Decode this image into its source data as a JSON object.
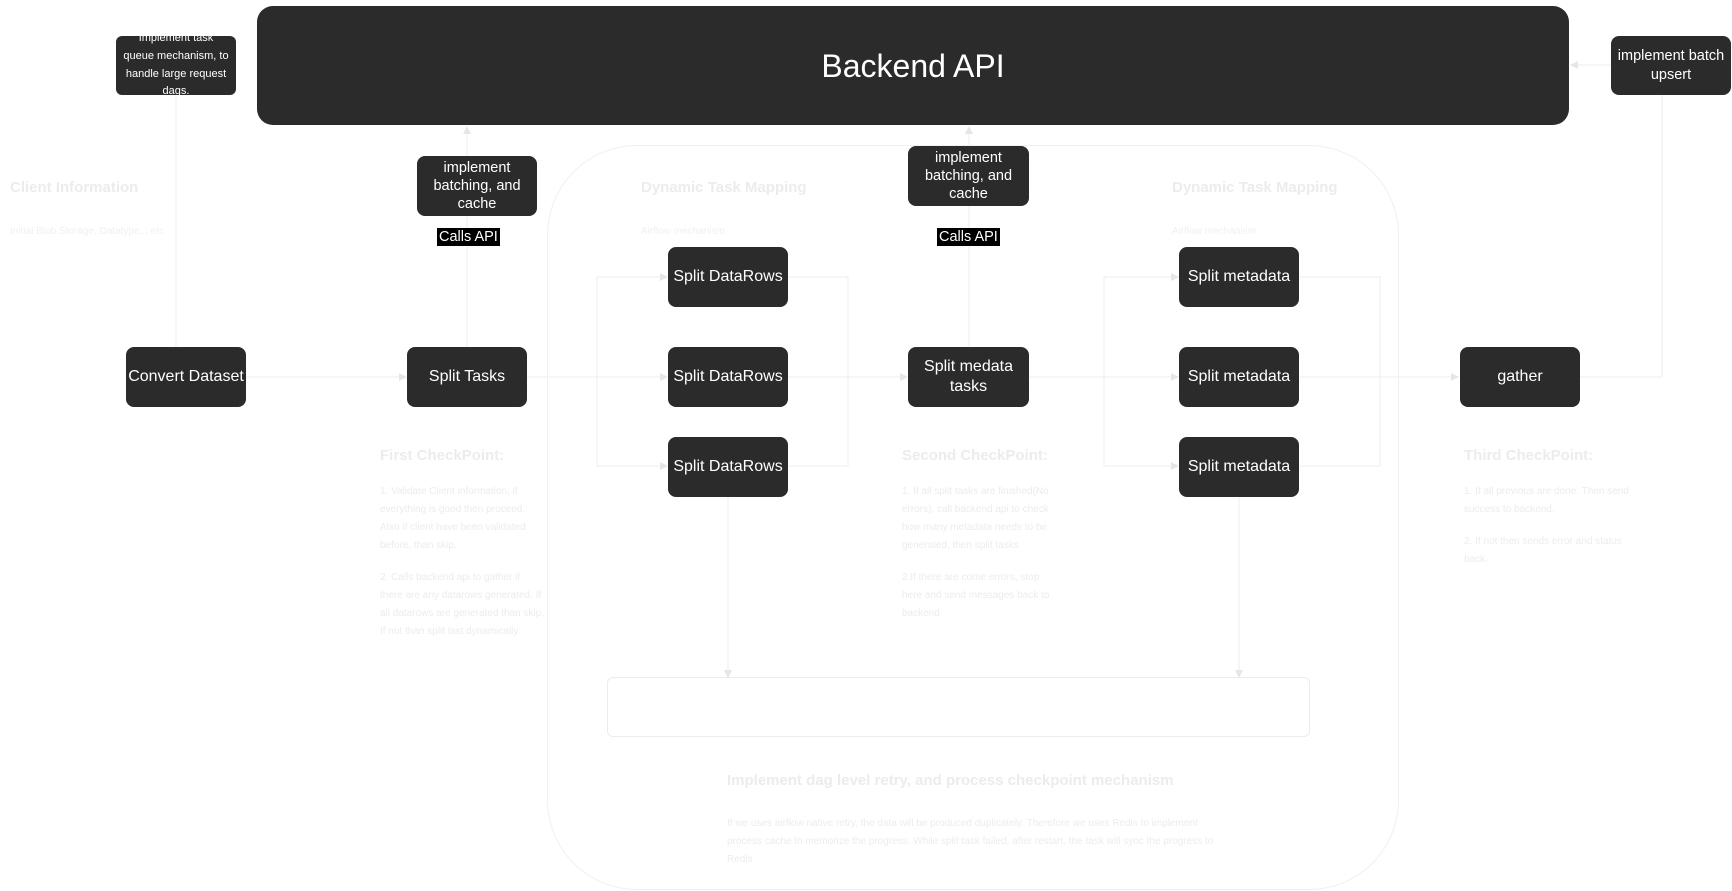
{
  "backend_api": "Backend API",
  "notes": {
    "task_queue": "Implement task queue mechanism, to handle large request dags.",
    "batch_upsert": "implement batch upsert",
    "batching_cache_1": "implement batching, and cache",
    "batching_cache_2": "implement batching, and cache"
  },
  "call_labels": [
    "Calls API",
    "Calls API"
  ],
  "nodes": {
    "convert_dataset": "Convert Dataset",
    "split_tasks": "Split Tasks",
    "split_datarows": [
      "Split DataRows",
      "Split DataRows",
      "Split DataRows"
    ],
    "split_medata_tasks": "Split medata tasks",
    "split_metadata": [
      "Split metadata",
      "Split metadata",
      "Split metadata"
    ],
    "gather": "gather"
  },
  "client_info": {
    "title": "Client Information",
    "subtitle": "Initial Blob Storage, Datatype... etc"
  },
  "dynamic_mapping": [
    {
      "title": "Dynamic Task Mapping",
      "subtitle": "Airflow mechanism"
    },
    {
      "title": "Dynamic Task Mapping",
      "subtitle": "Airflow mechanism"
    }
  ],
  "checkpoints": {
    "first": {
      "title": "First CheckPoint:",
      "items": [
        "1. Validate Client information, if everything is good then proceed. Also if client have been validated before, than skip.",
        " 2. Calls backend api to gather if there are any datarows generated. If all datarows are generated than skip. If not than split last dynamically"
      ]
    },
    "second": {
      "title": "Second CheckPoint:",
      "items": [
        "1. If all split tasks are finished(No errors),  call backend api to check how many metadata needs to be generated, then split tasks",
        " 2.If there are come errors, stop here and send messages back to backend"
      ]
    },
    "third": {
      "title": "Third CheckPoint:",
      "items": [
        "1. If all previous are done. Then send success to backend.",
        "2. If not then sends error and status back."
      ]
    }
  },
  "retry": {
    "title": "Implement dag level retry, and process checkpoint mechanism",
    "text": "If we uses airflow native retry, the data will be produced duplicately. Therefore we uses Redis to implement process cache to memorize the progress.  While split task failed, after restart, the task will sync the progress to Redis"
  },
  "colors": {
    "node_fill": "#2b2b2b",
    "node_text": "#ffffff",
    "faint": "#ececec"
  }
}
